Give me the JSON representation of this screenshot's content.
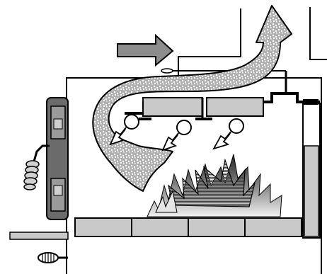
{
  "diagram": {
    "colors": {
      "background": "#ffffff",
      "outline": "#000000",
      "stove_door": "#6b6b6b",
      "brick": "#c8c8c8",
      "baffle": "#c8c8c8",
      "airflow_arrow": "#8c8c8c",
      "smoke_fill": "#b0b0b0",
      "smoke_speckle": "#ffffff",
      "flame_dark": "#333333"
    },
    "icons": [
      "intake-air-arrow",
      "smoke-flow-arrow",
      "secondary-air-arrow",
      "flame",
      "door-handle-coil",
      "air-control-knob"
    ],
    "secondary_air_jets": 3,
    "firebricks": 4
  }
}
